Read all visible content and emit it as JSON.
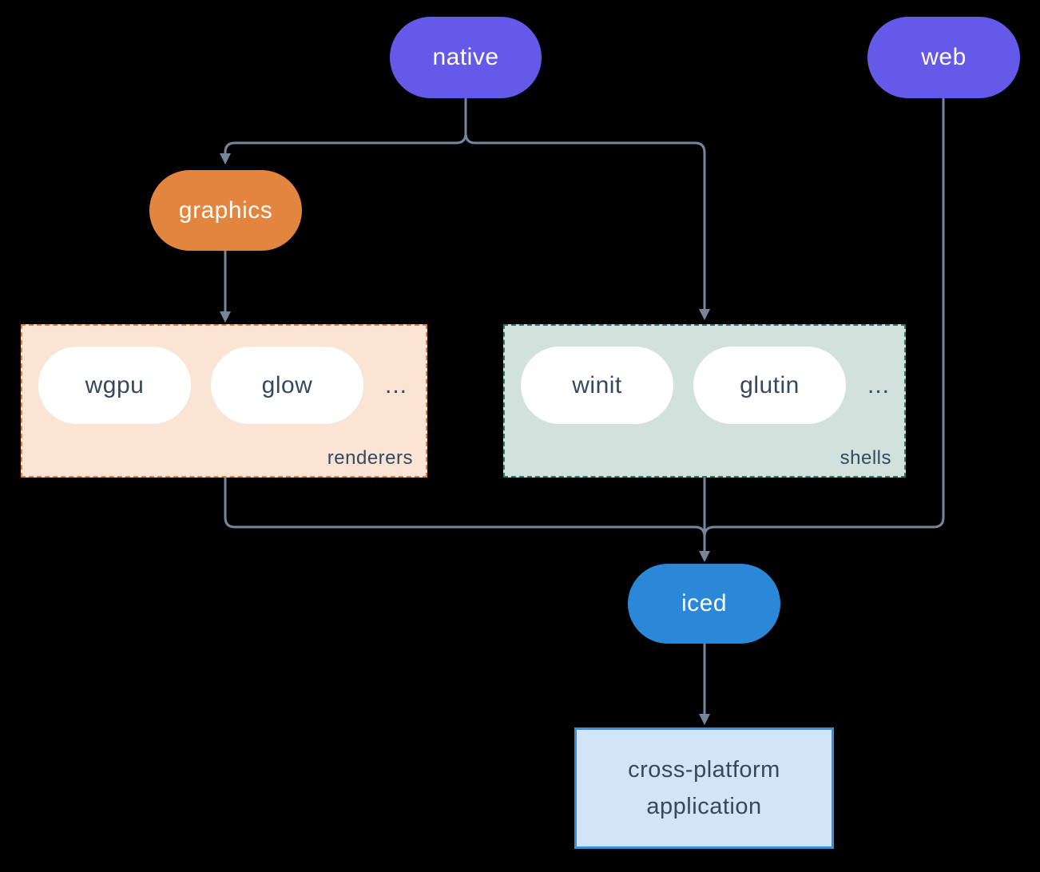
{
  "diagram": {
    "background": "#000000",
    "connector_color": "#76879B",
    "item_text_color": "#35495E",
    "nodes": {
      "native": {
        "label": "native",
        "color": "#6559E9",
        "text_color": "#FFFFFF"
      },
      "web": {
        "label": "web",
        "color": "#6559E9",
        "text_color": "#FFFFFF"
      },
      "graphics": {
        "label": "graphics",
        "color": "#E2853E",
        "text_color": "#FFFFFF"
      },
      "iced": {
        "label": "iced",
        "color": "#2B88D9",
        "text_color": "#FFFFFF"
      },
      "application": {
        "label_lines": [
          "cross-platform",
          "application"
        ],
        "fill": "#D4E4F7",
        "border": "#3A8FD9",
        "text_color": "#35495E"
      }
    },
    "groups": {
      "renderers": {
        "label": "renderers",
        "fill": "#FAE4D4",
        "border": "#E2813B",
        "items": [
          {
            "label": "wgpu"
          },
          {
            "label": "glow"
          }
        ],
        "ellipsis": "..."
      },
      "shells": {
        "label": "shells",
        "fill": "#D1E1DB",
        "border": "#2E7A6B",
        "items": [
          {
            "label": "winit"
          },
          {
            "label": "glutin"
          }
        ],
        "ellipsis": "..."
      }
    },
    "edges": [
      {
        "from": "native",
        "to": "graphics"
      },
      {
        "from": "native",
        "to": "shells"
      },
      {
        "from": "graphics",
        "to": "renderers"
      },
      {
        "from": "renderers",
        "to": "iced"
      },
      {
        "from": "shells",
        "to": "iced"
      },
      {
        "from": "web",
        "to": "iced"
      },
      {
        "from": "iced",
        "to": "application"
      }
    ]
  }
}
